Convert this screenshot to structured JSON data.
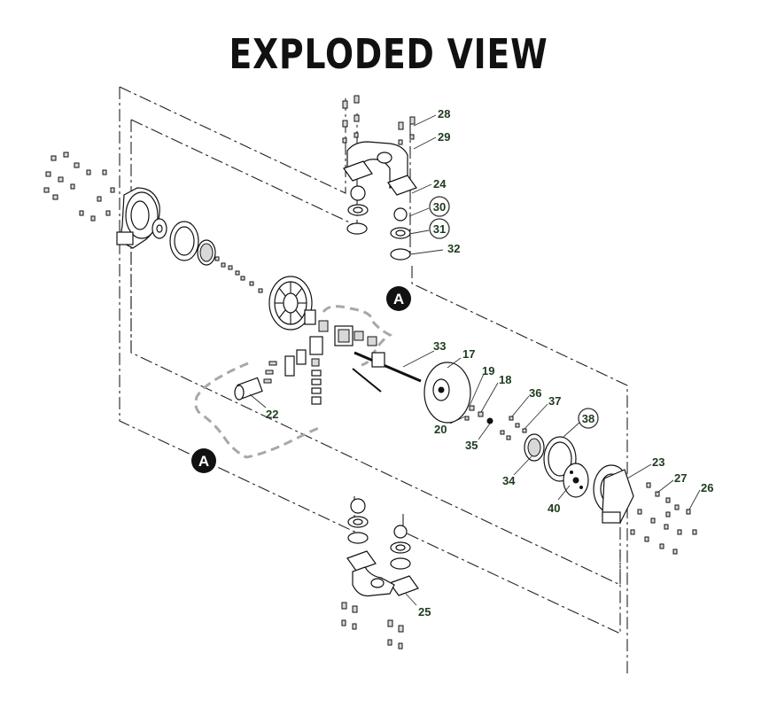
{
  "title": "EXPLODED VIEW",
  "section_marker": "A",
  "callouts": [
    {
      "id": "c28",
      "label": "28"
    },
    {
      "id": "c29",
      "label": "29"
    },
    {
      "id": "c24",
      "label": "24"
    },
    {
      "id": "c30",
      "label": "30",
      "circled": true
    },
    {
      "id": "c31",
      "label": "31",
      "circled": true
    },
    {
      "id": "c32",
      "label": "32"
    },
    {
      "id": "c33",
      "label": "33"
    },
    {
      "id": "c17",
      "label": "17"
    },
    {
      "id": "c19",
      "label": "19"
    },
    {
      "id": "c18",
      "label": "18"
    },
    {
      "id": "c36",
      "label": "36"
    },
    {
      "id": "c37",
      "label": "37"
    },
    {
      "id": "c38",
      "label": "38",
      "circled": true
    },
    {
      "id": "c20",
      "label": "20"
    },
    {
      "id": "c35",
      "label": "35"
    },
    {
      "id": "c22",
      "label": "22"
    },
    {
      "id": "c34",
      "label": "34"
    },
    {
      "id": "c23",
      "label": "23"
    },
    {
      "id": "c27",
      "label": "27"
    },
    {
      "id": "c26",
      "label": "26"
    },
    {
      "id": "c40",
      "label": "40"
    },
    {
      "id": "c25",
      "label": "25"
    }
  ]
}
